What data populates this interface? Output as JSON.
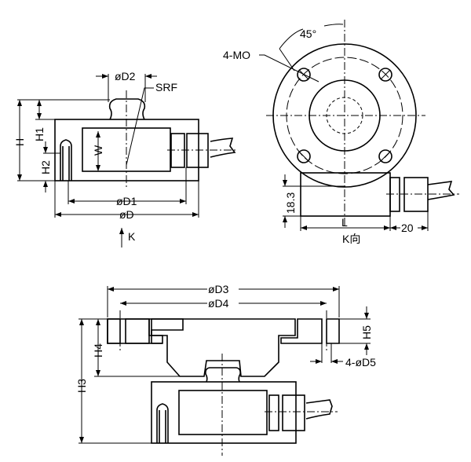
{
  "side_view": {
    "labels": {
      "d2": "øD2",
      "srf": "SRF",
      "h": "H",
      "h1": "H1",
      "h2": "H2",
      "w": "W",
      "d1": "øD1",
      "d": "øD",
      "k": "K"
    }
  },
  "top_view": {
    "labels": {
      "angle": "45°",
      "holes": "4-MO",
      "height": "18.3",
      "l": "L",
      "k_dir": "K向",
      "connector": "20"
    }
  },
  "assembly_view": {
    "labels": {
      "d3": "øD3",
      "d4": "øD4",
      "h3": "H3",
      "h4": "H4",
      "h5": "H5",
      "d5": "4-øD5"
    }
  }
}
